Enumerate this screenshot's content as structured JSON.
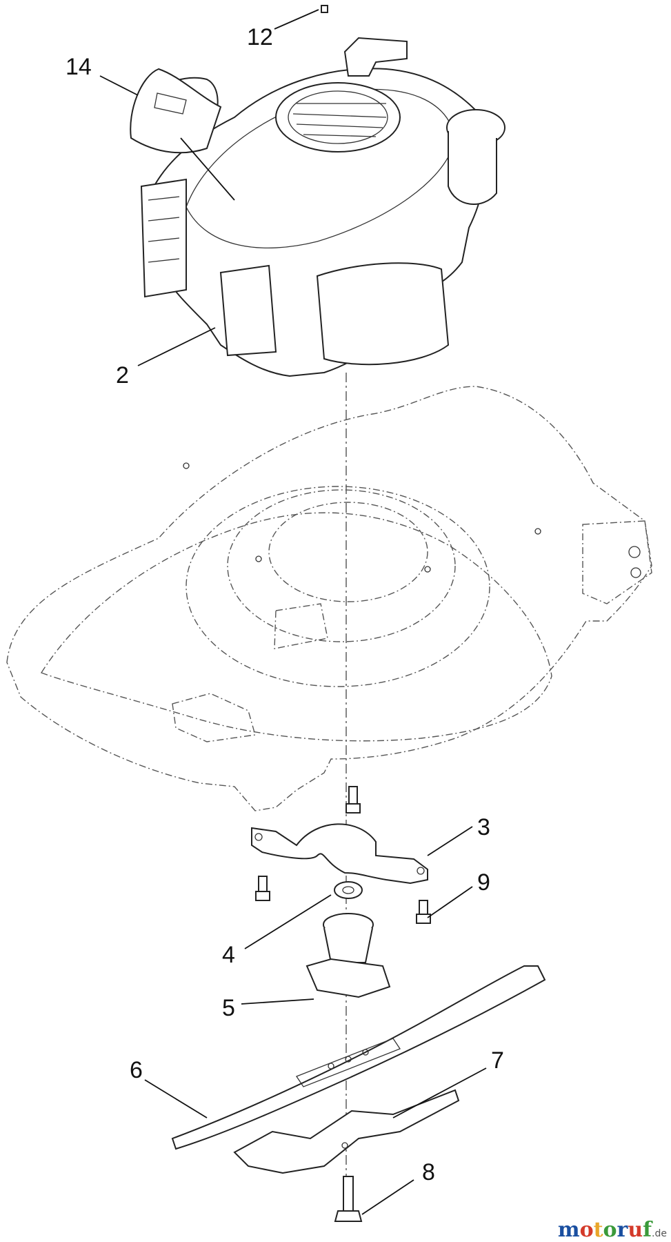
{
  "diagram": {
    "callouts": [
      "12",
      "14",
      "2",
      "3",
      "9",
      "4",
      "5",
      "6",
      "7",
      "8"
    ]
  },
  "watermark": {
    "text_parts": [
      "m",
      "o",
      "t",
      "o",
      "r",
      "u",
      "f"
    ],
    "tld": ".de",
    "colors": [
      "#1a4fa0",
      "#d43a2a",
      "#e9a62a",
      "#3a9a3a",
      "#1a4fa0",
      "#d43a2a",
      "#3a9a3a"
    ]
  }
}
